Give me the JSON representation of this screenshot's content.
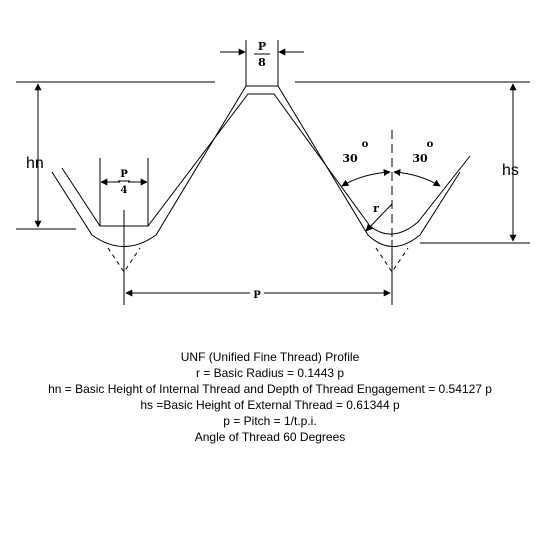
{
  "diagram": {
    "labels": {
      "p_over_8_num": "P",
      "p_over_8_den": "8",
      "p_over_4_num": "P",
      "p_over_4_den": "4",
      "hn": "hn",
      "hs": "hs",
      "angle_left": "30",
      "angle_right": "30",
      "degree_symbol": "o",
      "radius": "r",
      "pitch": "P"
    }
  },
  "caption": {
    "title": "UNF (Unified Fine Thread) Profile",
    "lines": [
      "r = Basic Radius = 0.1443 p",
      "hn = Basic Height of Internal Thread and Depth of Thread Engagement = 0.54127 p",
      "hs =Basic Height of External Thread = 0.61344 p",
      "p = Pitch = 1/t.p.i.",
      "Angle of Thread 60 Degrees"
    ]
  }
}
